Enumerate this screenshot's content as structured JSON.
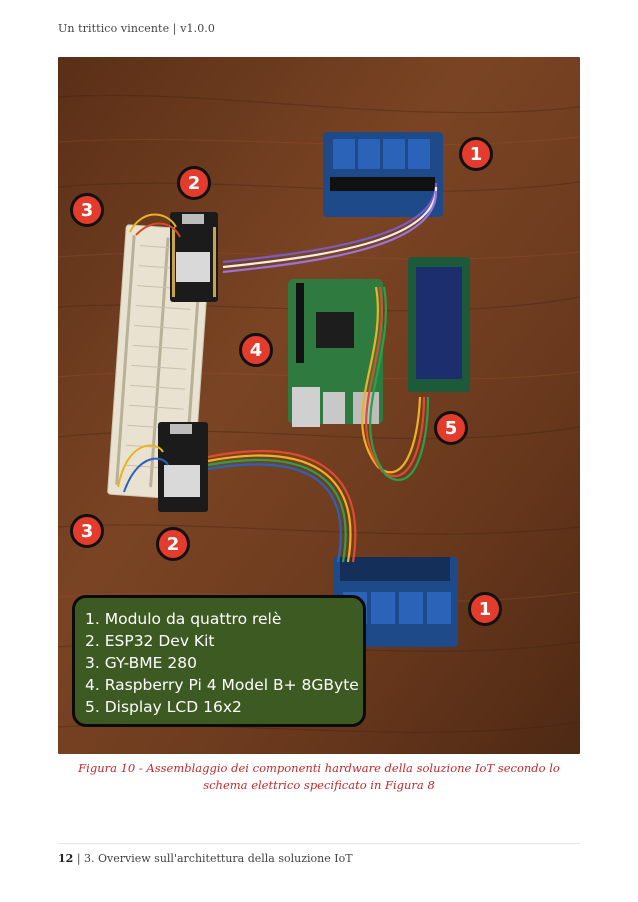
{
  "header": {
    "running_title": "Un trittico vincente | v1.0.0"
  },
  "figure": {
    "markers": [
      "1",
      "2",
      "3",
      "4",
      "5"
    ],
    "legend": [
      "1. Modulo da quattro relè",
      "2. ESP32 Dev Kit",
      "3. GY-BME 280",
      "4. Raspberry Pi 4 Model B+ 8GByte",
      "5. Display LCD 16x2"
    ],
    "caption": "Figura 10 - Assemblaggio dei componenti hardware della soluzione IoT secondo lo schema elettrico specificato in Figura 8",
    "colors": {
      "marker": "#e33c2c",
      "legend_background": "#3d5a22",
      "caption": "#c0292b",
      "wood": "#6b3a1f"
    }
  },
  "footer": {
    "page_number": "12",
    "separator": "|",
    "section": "3. Overview sull'architettura della soluzione IoT"
  }
}
